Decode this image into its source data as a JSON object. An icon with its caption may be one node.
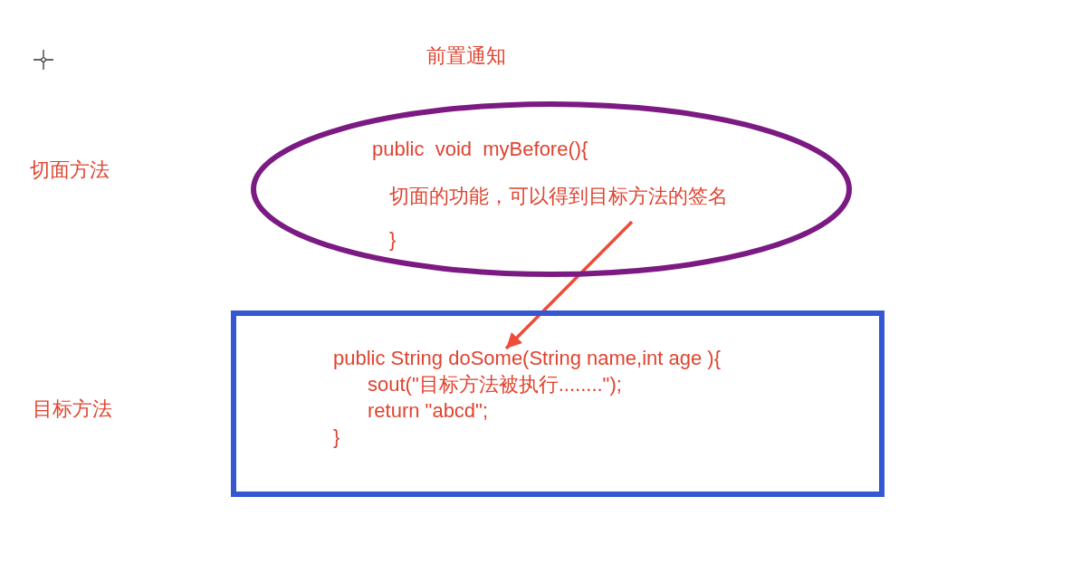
{
  "diagram": {
    "title": "前置通知",
    "nodes": [
      {
        "text": [
          "public  void  myBefore(){",
          "切面的功能，可以得到目标方法的签名",
          "}"
        ]
      },
      {
        "text": [
          "public String doSome(String name,int age ){",
          "sout(\"目标方法被执行........\");",
          "return \"abcd\";",
          "}"
        ]
      }
    ],
    "edges": [
      {
        "from": 0,
        "to": 1,
        "arrow": "to"
      }
    ],
    "labels": [
      "切面方法",
      "目标方法"
    ]
  }
}
